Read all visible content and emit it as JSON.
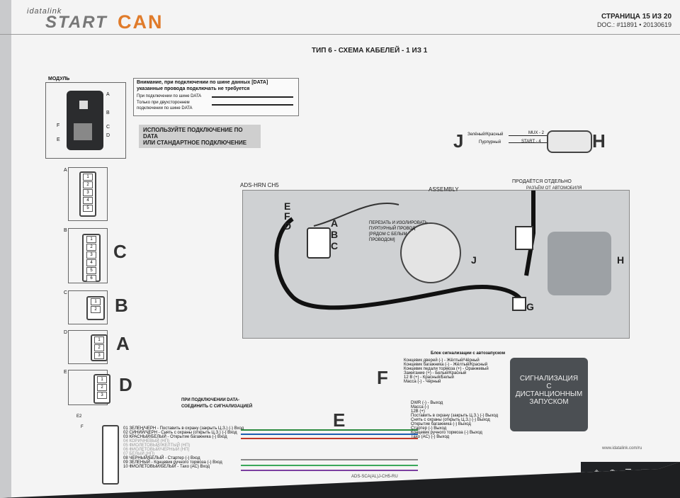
{
  "header": {
    "logo_top": "idatalink",
    "logo_start": "START",
    "logo_can": "CAN",
    "page": "СТРАНИЦА 15 ИЗ 20",
    "doc": "DOC.: #11891 • 20130619"
  },
  "title": "ТИП 6 - СХЕМА КАБЕЛЕЙ - 1 ИЗ 1",
  "module": {
    "label": "МОДУЛЬ",
    "ports": [
      "A",
      "B",
      "C",
      "D",
      "F",
      "E"
    ]
  },
  "warning": {
    "line1": "Внимание, при подключении по шине данных [DATA]",
    "line2": "указанные провода подключать не требуется",
    "data_only": "При подключении по шине DATA",
    "two_way_1": "Только при двухстороннем",
    "two_way_2": "подключении по шине DATA"
  },
  "connection_banner": {
    "line1": "ИСПОЛЬЗУЙТЕ ПОДКЛЮЧЕНИЕ ПО DATA",
    "line2": "ИЛИ СТАНДАРТНОЕ ПОДКЛЮЧЕНИЕ"
  },
  "jh": {
    "j": "J",
    "h": "H",
    "wire1": "Зелёный/Красный",
    "wire2": "Пурпурный",
    "mux": "MUX - 2",
    "start": "START - 4"
  },
  "connectors": {
    "a": {
      "label": "A",
      "pins": [
        "1",
        "2",
        "3",
        "4",
        "5"
      ]
    },
    "b": {
      "label": "B",
      "letter": "C",
      "pins": [
        "1",
        "2",
        "3",
        "4",
        "5",
        "6"
      ]
    },
    "c": {
      "label": "C",
      "letter": "B",
      "pins": [
        "1",
        "2"
      ]
    },
    "d": {
      "label": "D",
      "letter": "A",
      "pins": [
        "1",
        "2",
        "3"
      ]
    },
    "e": {
      "label": "E",
      "letter": "D",
      "pins": [
        "1",
        "2",
        "3"
      ]
    }
  },
  "assembly": {
    "harness": "ADS-HRN CH5",
    "title": "ASSEMBLY",
    "sold_separately": "ПРОДАЁТСЯ ОТДЕЛЬНО",
    "from_car": "РАЗЪЁМ ОТ АВТОМОБИЛЯ",
    "letters": [
      "E",
      "F",
      "D",
      "A",
      "B",
      "C",
      "J",
      "G",
      "H"
    ],
    "cut_note_1": "ПЕРЕЗАТЬ И ИЗОЛИРОВАТЬ",
    "cut_note_2": "ПУРПУРНЫЙ ПРОВОД",
    "cut_note_3": "[РЯДОМ С БЕЛЫМ ПРОВОДОМ]"
  },
  "alarm": {
    "f": "F",
    "e": "E",
    "block": "Блок сигнализации с автозапуском",
    "f_items": [
      "Концевик дверей (-) - Жёлтый/Чёрный",
      "Концевик багажника (-) - Жёлтый/Красный",
      "Концевик педали тормоза (+) - Оранжевый",
      "Зажигание (+) - Белый/Красный",
      "12 В (+) - Красный/Белый",
      "Масса (-) - Чёрный"
    ],
    "e_items": [
      "DWR (-) - Выход",
      "Масса (-)",
      "12В (+)",
      "Поставить в охрану (закрыть Ц.З.) (-) Выход",
      "Снять с охраны (открыть Ц.З.) (-) Выход",
      "Открытие багажника (-) Выход",
      "Стартер (-) Выход",
      "Концевик ручного тормоза (-) Выход",
      "Тахо (АС) (-) Выход"
    ],
    "box_1": "СИГНАЛИЗАЦИЯ",
    "box_2": "С",
    "box_3": "ДИСТАНЦИОННЫМ",
    "box_4": "ЗАПУСКОМ"
  },
  "bottom": {
    "note_1": "ПРИ ПОДКЛЮЧЕНИИ DATA-",
    "note_2": "СОЕДИНИТЬ С СИГНАЛИЗАЦИЕЙ",
    "e2": "E2",
    "f": "F",
    "wires": [
      "01 ЗЕЛЕН/ЧЕРН - Поставить в охрану (закрыть Ц.З.) (-) Вход",
      "02 СИНИЙ/ЧЕРН - Снять с охраны (открыть Ц.З.) (-) Вход",
      "03 КРАСНЫЙ/БЕЛЫЙ - Открытие багажника (-) Вход",
      "04 КОРИЧНЕВЫЙ (НП)",
      "05 ФИОЛЕТОВЫЙ/ЖЕЛТЫЙ (НП)",
      "06 ФИОЛЕТОВЫЙ/ЧЕРНЫЙ (НП)",
      "07 БЕЛЫЙ (НП)",
      "08 ЧЕРНЫЙ/БЕЛЫЙ - Стартер (-) Вход",
      "09 ЗЕЛЕНЫЙ - Концевик ручного тормоза (-) Вход",
      "10 ФИОЛЕТОВЫЙ/БЕЛЫЙ - Тахо (АС) Вход"
    ],
    "footer": "ADS-SCA(AL)J-CH5-RU",
    "url": "www.idatalink.com/ru"
  }
}
